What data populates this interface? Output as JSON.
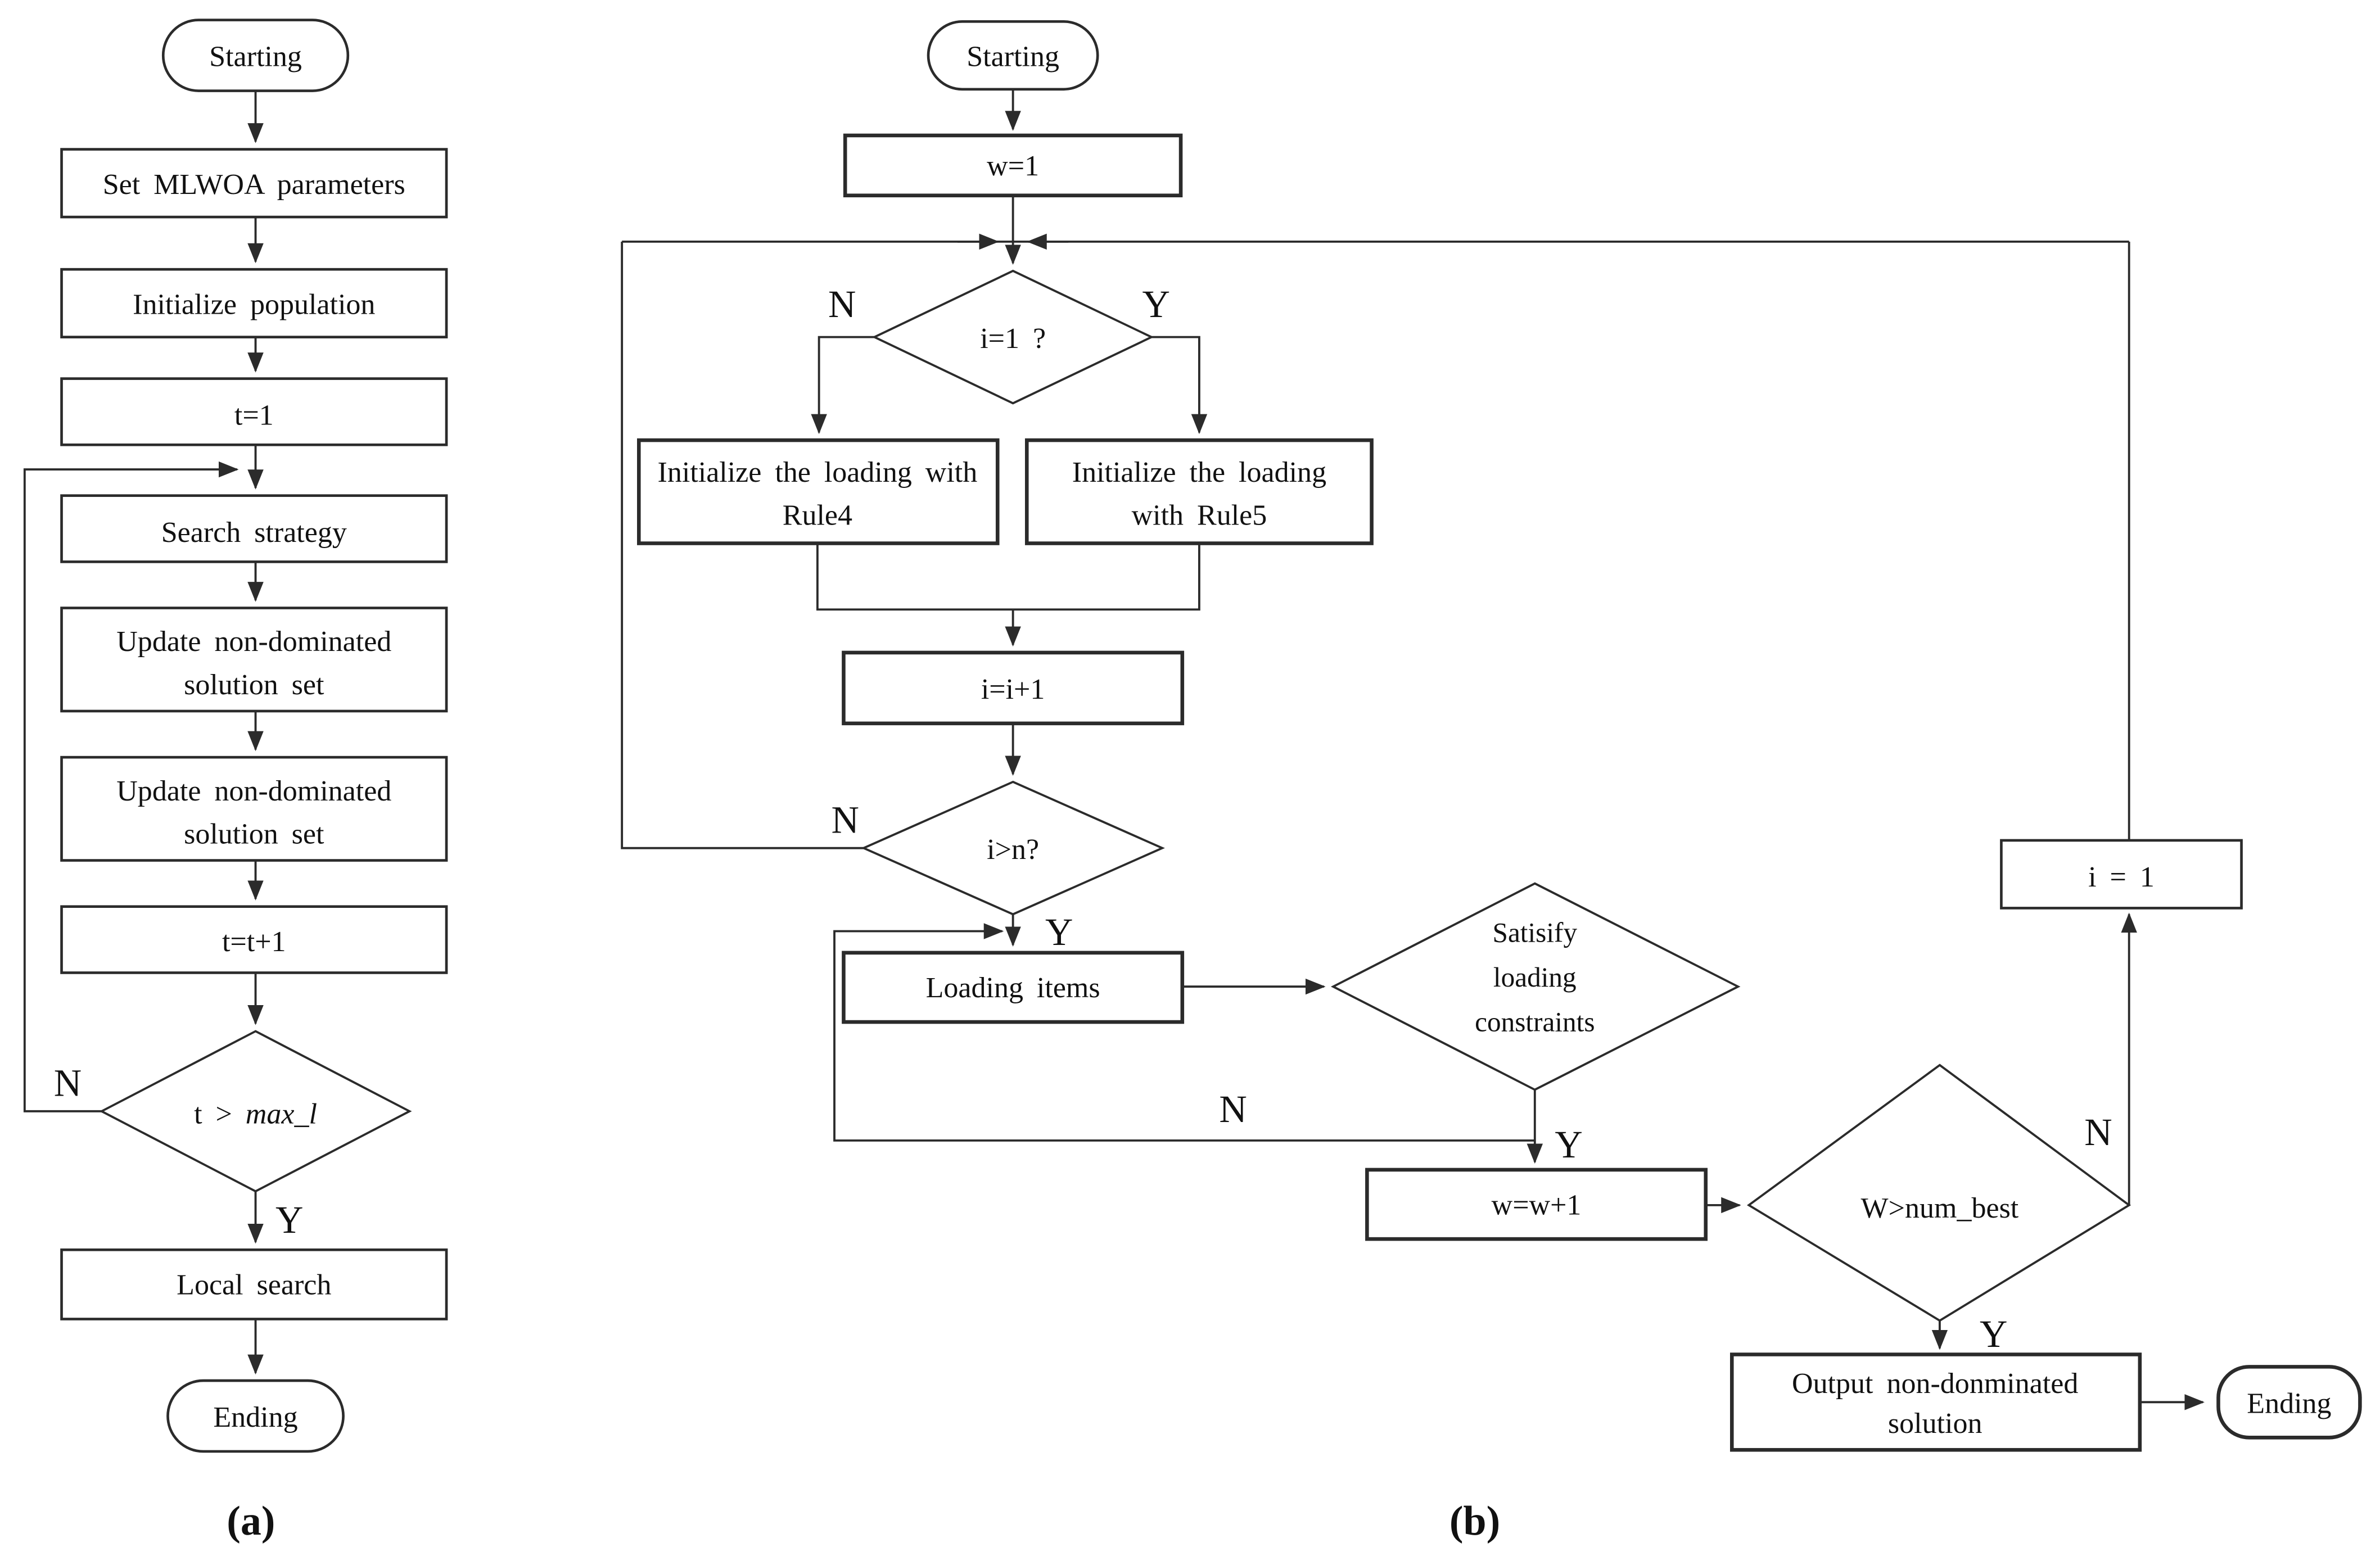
{
  "page": {
    "background": "#ffffff",
    "ink": "#2b2b2b"
  },
  "panel_a": {
    "caption": "(a)",
    "labels": {
      "no": "N",
      "yes": "Y"
    },
    "nodes": {
      "start": "Starting",
      "set_params": "Set MLWOA parameters",
      "init_population": "Initialize population",
      "t_init": "t=1",
      "search_strategy": "Search strategy",
      "update_set_1": {
        "line1": "Update non-dominated",
        "line2": "solution set"
      },
      "update_set_2": {
        "line1": "Update non-dominated",
        "line2": "solution set"
      },
      "t_increment": "t=t+1",
      "decision_iterations": {
        "prefix": "t > ",
        "variable": "max_l"
      },
      "local_search": "Local search",
      "end": "Ending"
    }
  },
  "panel_b": {
    "caption": "(b)",
    "labels": {
      "no": "N",
      "yes": "Y"
    },
    "nodes": {
      "start": "Starting",
      "w_init": "w=1",
      "decision_i_eq_1": "i=1 ?",
      "init_rule4": {
        "line1": "Initialize the loading with",
        "line2": "Rule4"
      },
      "init_rule5": {
        "line1": "Initialize the loading",
        "line2": "with Rule5"
      },
      "i_increment": "i=i+1",
      "decision_i_gt_n": "i>n?",
      "loading_items": "Loading items",
      "decision_constraints": {
        "line1": "Satisify",
        "line2": "loading",
        "line3": "constraints"
      },
      "w_increment": "w=w+1",
      "decision_num_best": "W>num_best",
      "i_reset": "i = 1",
      "output": {
        "line1": "Output non-donminated",
        "line2": "solution"
      },
      "end": "Ending"
    }
  }
}
